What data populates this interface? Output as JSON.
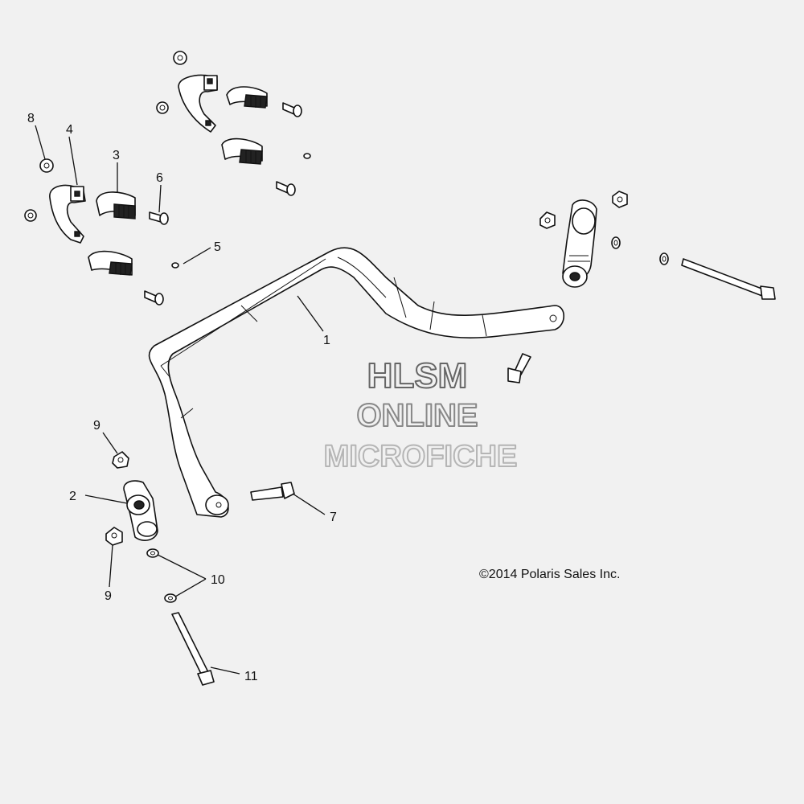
{
  "callouts": {
    "c1": "1",
    "c2": "2",
    "c3": "3",
    "c4": "4",
    "c5": "5",
    "c6": "6",
    "c7": "7",
    "c8": "8",
    "c9a": "9",
    "c9b": "9",
    "c10": "10",
    "c11": "11"
  },
  "watermark": {
    "line1": "HLSM",
    "line2": "ONLINE",
    "line3": "MICROFICHE"
  },
  "copyright": "©2014 Polaris Sales Inc.",
  "colors": {
    "background": "#f1f1f1",
    "ink": "#111111",
    "watermark_outline": "#777777"
  }
}
